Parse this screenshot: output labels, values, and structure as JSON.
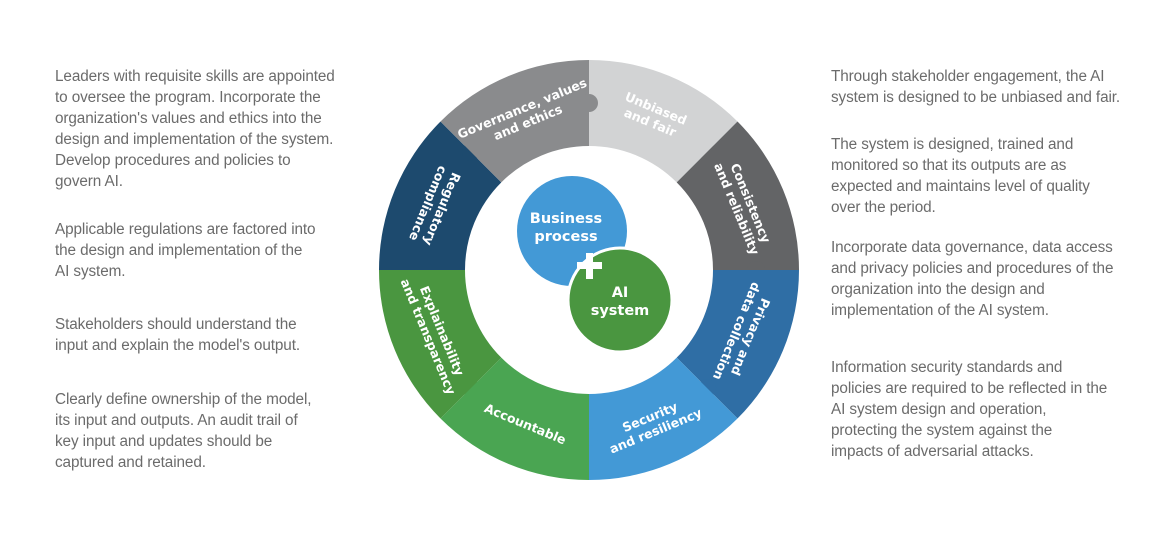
{
  "left_descriptions": [
    {
      "id": "governance",
      "text": "Leaders with requisite skills are appointed\nto oversee the program. Incorporate the\norganization's values and ethics into the\ndesign and implementation of the system.\nDevelop procedures and policies to\ngovern AI."
    },
    {
      "id": "regulatory",
      "text": "Applicable regulations are factored into\nthe design and implementation of the\nAI system."
    },
    {
      "id": "explainability",
      "text": "Stakeholders should understand the\ninput and explain the model's output."
    },
    {
      "id": "accountable",
      "text": "Clearly define ownership of the model,\nits input and outputs. An audit trail of\nkey input and updates should be\ncaptured and retained."
    }
  ],
  "right_descriptions": [
    {
      "id": "unbiased",
      "text": "Through stakeholder engagement, the AI\nsystem is designed to be unbiased and fair."
    },
    {
      "id": "consistency",
      "text": "The system is designed, trained and\nmonitored so that its outputs are as\nexpected and maintains level of quality\nover the period."
    },
    {
      "id": "privacy",
      "text": "Incorporate data governance, data access\nand privacy policies and procedures of the\norganization into the design and\nimplementation of the AI system."
    },
    {
      "id": "security",
      "text": "Information security standards and\npolicies are required to be reflected in the\nAI system design and operation,\nprotecting the system against the\nimpacts of adversarial attacks."
    }
  ],
  "wheel": {
    "segments": [
      {
        "id": "unbiased",
        "lines": [
          "Unbiased",
          "and fair"
        ],
        "color": "#d2d3d4"
      },
      {
        "id": "consistency",
        "lines": [
          "Consistency",
          "and reliability"
        ],
        "color": "#636466"
      },
      {
        "id": "privacy",
        "lines": [
          "Privacy and",
          "data collection"
        ],
        "color": "#2f6ea5"
      },
      {
        "id": "security",
        "lines": [
          "Security",
          "and resiliency"
        ],
        "color": "#4399d6"
      },
      {
        "id": "accountable",
        "lines": [
          "Accountable"
        ],
        "color": "#4aa552"
      },
      {
        "id": "explainability",
        "lines": [
          "Explainability",
          "and transparency"
        ],
        "color": "#4a9640"
      },
      {
        "id": "regulatory",
        "lines": [
          "Regulatory",
          "compliance"
        ],
        "color": "#1d4a6e"
      },
      {
        "id": "governance",
        "lines": [
          "Governance, values",
          "and ethics"
        ],
        "color": "#8a8b8d"
      }
    ],
    "center": {
      "business": {
        "lines": [
          "Business",
          "process"
        ],
        "color": "#4399d6"
      },
      "ai": {
        "lines": [
          "AI",
          "system"
        ],
        "color": "#4a9640"
      },
      "plus_symbol": "+"
    }
  }
}
